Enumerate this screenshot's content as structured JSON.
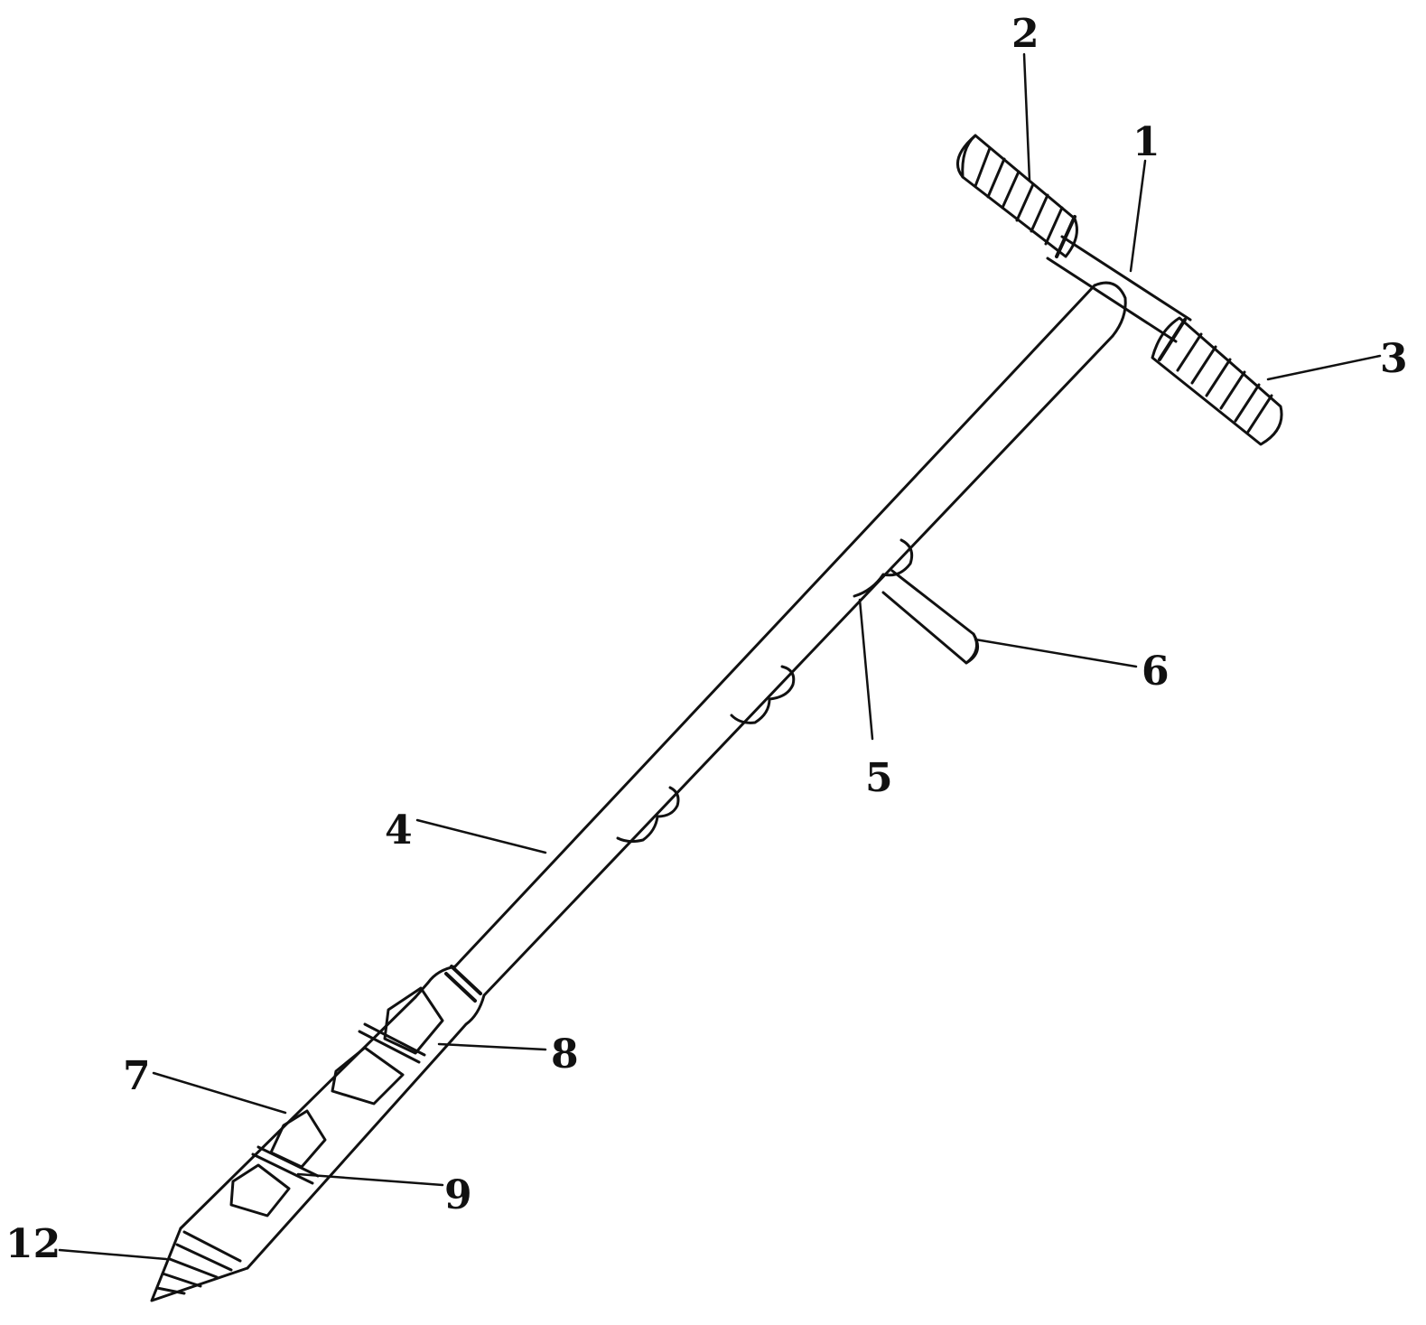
{
  "labels": {
    "l1": "1",
    "l2": "2",
    "l3": "3",
    "l4": "4",
    "l5": "5",
    "l6": "6",
    "l7": "7",
    "l8": "8",
    "l9": "9",
    "l12": "12"
  },
  "colors": {
    "line": "#111111",
    "background": "#ffffff"
  }
}
